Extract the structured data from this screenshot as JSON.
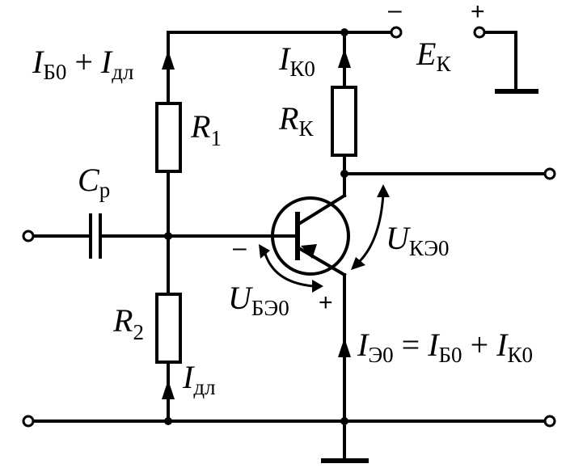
{
  "labels": {
    "ib0_idl": {
      "a": "I",
      "a_sub": "Б0",
      "op": " + ",
      "b": "I",
      "b_sub": "дл"
    },
    "ik0": {
      "main": "I",
      "sub": "К0"
    },
    "ek": {
      "main": "E",
      "sub": "К"
    },
    "rk": {
      "main": "R",
      "sub": "К"
    },
    "r1": {
      "main": "R",
      "sub": "1"
    },
    "cp": {
      "main": "C",
      "sub": "р"
    },
    "r2": {
      "main": "R",
      "sub": "2"
    },
    "idl": {
      "main": "I",
      "sub": "дл"
    },
    "ube0": {
      "main": "U",
      "sub": "БЭ0"
    },
    "uke0": {
      "main": "U",
      "sub": "КЭ0"
    },
    "ie0": {
      "a": "I",
      "a_sub": "Э0",
      "eq": " = ",
      "b": "I",
      "b_sub": "Б0",
      "op": " + ",
      "c": "I",
      "c_sub": "К0"
    }
  },
  "signs": {
    "minus_supply": "–",
    "plus_supply": "+",
    "minus_base": "–",
    "plus_emitter": "+"
  }
}
